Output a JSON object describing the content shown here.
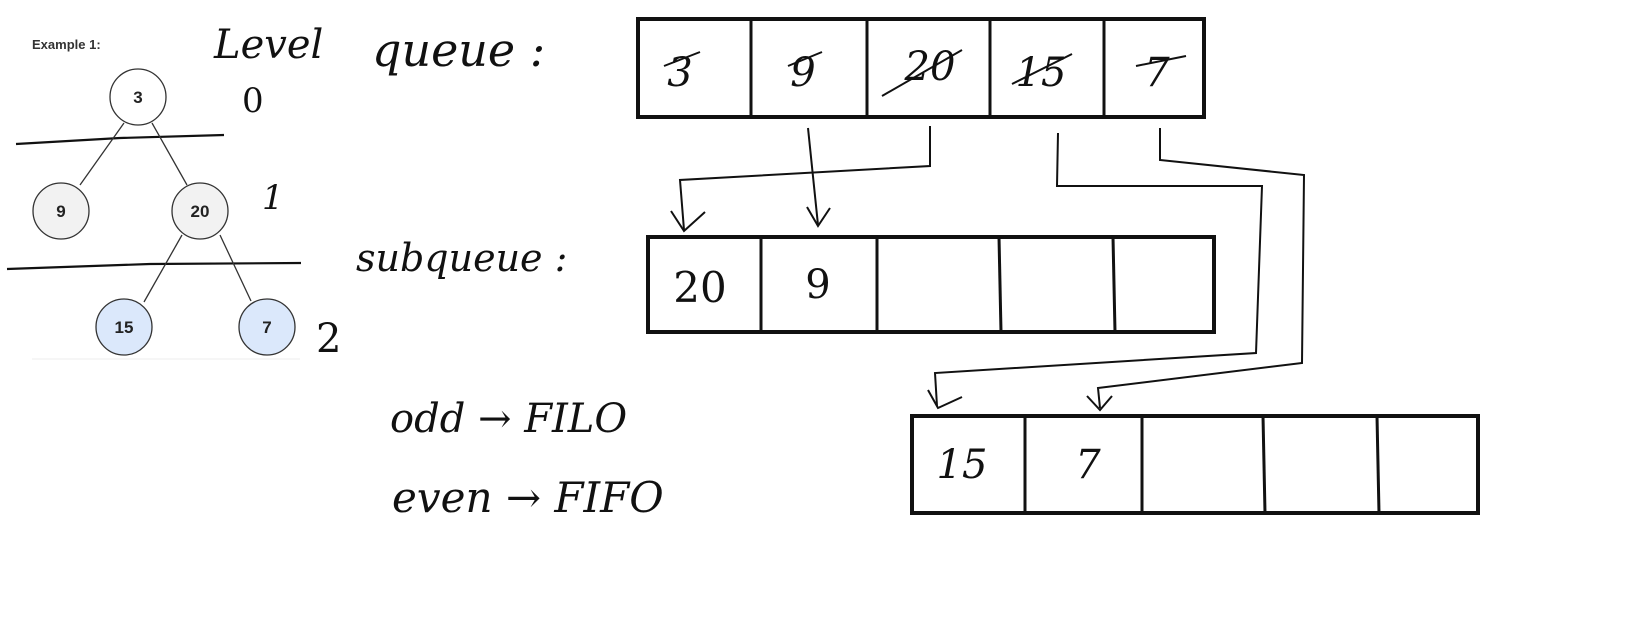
{
  "example_title": "Example 1:",
  "level_header": "Level",
  "levels": [
    "0",
    "1",
    "2"
  ],
  "tree": {
    "nodes": [
      {
        "id": "n3",
        "value": "3",
        "fill": "#ffffff"
      },
      {
        "id": "n9",
        "value": "9",
        "fill": "#f2f2f2"
      },
      {
        "id": "n20",
        "value": "20",
        "fill": "#f2f2f2"
      },
      {
        "id": "n15",
        "value": "15",
        "fill": "#dbe8fb"
      },
      {
        "id": "n7",
        "value": "7",
        "fill": "#dbe8fb"
      }
    ]
  },
  "queue": {
    "label": "queue :",
    "cells": [
      "3",
      "9",
      "20",
      "15",
      "7"
    ]
  },
  "subqueue": {
    "label": "subqueue :",
    "cells": [
      "20",
      "9",
      "",
      "",
      ""
    ]
  },
  "level2_queue": {
    "cells": [
      "15",
      "7",
      "",
      "",
      ""
    ]
  },
  "rules": {
    "odd": "odd → FILO",
    "even": "even → FIFO"
  },
  "colors": {
    "ink": "#111111",
    "node_border": "#333333",
    "leaf_fill": "#dbe8fb",
    "inner_fill": "#f2f2f2"
  }
}
